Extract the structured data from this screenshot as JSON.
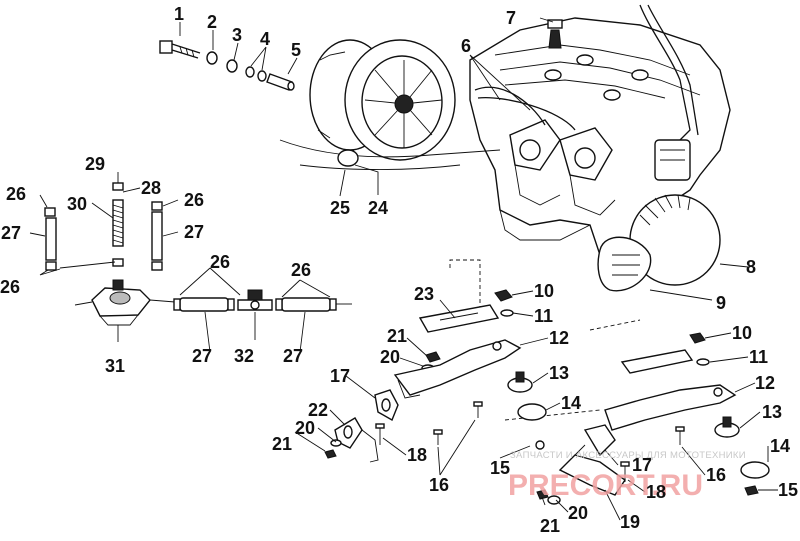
{
  "diagram": {
    "callouts": [
      {
        "id": "c1",
        "label": "1"
      },
      {
        "id": "c2",
        "label": "2"
      },
      {
        "id": "c3",
        "label": "3"
      },
      {
        "id": "c4",
        "label": "4"
      },
      {
        "id": "c5",
        "label": "5"
      },
      {
        "id": "c6",
        "label": "6"
      },
      {
        "id": "c7",
        "label": "7"
      },
      {
        "id": "c8",
        "label": "8"
      },
      {
        "id": "c9",
        "label": "9"
      },
      {
        "id": "c10a",
        "label": "10"
      },
      {
        "id": "c10b",
        "label": "10"
      },
      {
        "id": "c11a",
        "label": "11"
      },
      {
        "id": "c11b",
        "label": "11"
      },
      {
        "id": "c12a",
        "label": "12"
      },
      {
        "id": "c12b",
        "label": "12"
      },
      {
        "id": "c13a",
        "label": "13"
      },
      {
        "id": "c13b",
        "label": "13"
      },
      {
        "id": "c14a",
        "label": "14"
      },
      {
        "id": "c14b",
        "label": "14"
      },
      {
        "id": "c15a",
        "label": "15"
      },
      {
        "id": "c15b",
        "label": "15"
      },
      {
        "id": "c16a",
        "label": "16"
      },
      {
        "id": "c16b",
        "label": "16"
      },
      {
        "id": "c17a",
        "label": "17"
      },
      {
        "id": "c17b",
        "label": "17"
      },
      {
        "id": "c18a",
        "label": "18"
      },
      {
        "id": "c18b",
        "label": "18"
      },
      {
        "id": "c19",
        "label": "19"
      },
      {
        "id": "c20a",
        "label": "20"
      },
      {
        "id": "c20b",
        "label": "20"
      },
      {
        "id": "c20c",
        "label": "20"
      },
      {
        "id": "c21a",
        "label": "21"
      },
      {
        "id": "c21b",
        "label": "21"
      },
      {
        "id": "c21c",
        "label": "21"
      },
      {
        "id": "c22",
        "label": "22"
      },
      {
        "id": "c23",
        "label": "23"
      },
      {
        "id": "c24",
        "label": "24"
      },
      {
        "id": "c25",
        "label": "25"
      },
      {
        "id": "c26a",
        "label": "26"
      },
      {
        "id": "c26b",
        "label": "26"
      },
      {
        "id": "c26c",
        "label": "26"
      },
      {
        "id": "c26d",
        "label": "26"
      },
      {
        "id": "c26e",
        "label": "26"
      },
      {
        "id": "c27a",
        "label": "27"
      },
      {
        "id": "c27b",
        "label": "27"
      },
      {
        "id": "c27c",
        "label": "27"
      },
      {
        "id": "c27d",
        "label": "27"
      },
      {
        "id": "c28",
        "label": "28"
      },
      {
        "id": "c29",
        "label": "29"
      },
      {
        "id": "c30",
        "label": "30"
      },
      {
        "id": "c31",
        "label": "31"
      },
      {
        "id": "c32",
        "label": "32"
      }
    ]
  },
  "watermark": {
    "top_text": "ЗАПЧАСТИ И АКСЕССУАРЫ ДЛЯ МОТОТЕХНИКИ",
    "logo_text": "PRECORT.RU"
  }
}
